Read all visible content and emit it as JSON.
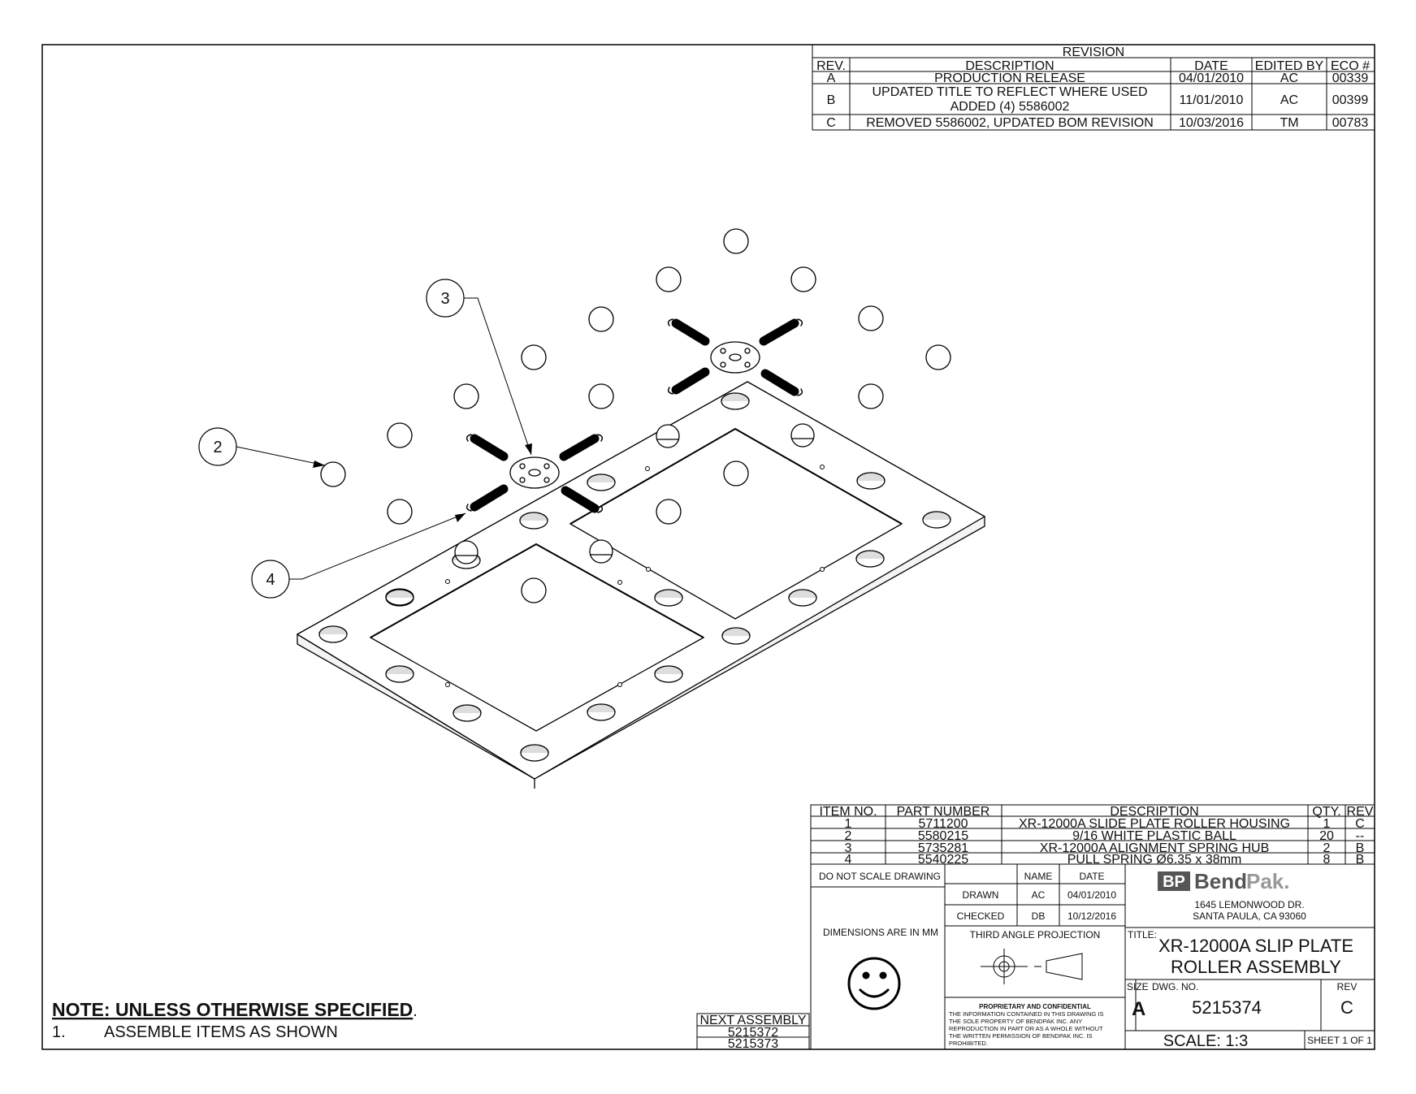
{
  "revision_table": {
    "title": "REVISION",
    "headers": {
      "rev": "REV.",
      "description": "DESCRIPTION",
      "date": "DATE",
      "edited_by": "EDITED BY",
      "eco": "ECO #"
    },
    "rows": [
      {
        "rev": "A",
        "description": "PRODUCTION RELEASE",
        "date": "04/01/2010",
        "edited_by": "AC",
        "eco": "00339"
      },
      {
        "rev": "B",
        "description_line1": "UPDATED TITLE TO REFLECT WHERE USED",
        "description_line2": "ADDED (4) 5586002",
        "date": "11/01/2010",
        "edited_by": "AC",
        "eco": "00399"
      },
      {
        "rev": "C",
        "description": "REMOVED 5586002, UPDATED BOM REVISION",
        "date": "10/03/2016",
        "edited_by": "TM",
        "eco": "00783"
      }
    ]
  },
  "balloons": {
    "b2": "2",
    "b3": "3",
    "b4": "4"
  },
  "bom": {
    "headers": {
      "item": "ITEM NO.",
      "part": "PART NUMBER",
      "description": "DESCRIPTION",
      "qty": "QTY.",
      "rev": "REV"
    },
    "rows": [
      {
        "item": "1",
        "part": "5711200",
        "description": "XR-12000A SLIDE PLATE ROLLER HOUSING",
        "qty": "1",
        "rev": "C"
      },
      {
        "item": "2",
        "part": "5580215",
        "description": "9/16 WHITE PLASTIC BALL",
        "qty": "20",
        "rev": "--"
      },
      {
        "item": "3",
        "part": "5735281",
        "description": "XR-12000A ALIGNMENT SPRING HUB",
        "qty": "2",
        "rev": "B"
      },
      {
        "item": "4",
        "part": "5540225",
        "description": "PULL SPRING Ø6.35 x 38mm",
        "qty": "8",
        "rev": "B"
      }
    ]
  },
  "title_block": {
    "do_not_scale": "DO NOT SCALE DRAWING",
    "dimensions_note": "DIMENSIONS ARE IN MM",
    "name_header": "NAME",
    "date_header": "DATE",
    "drawn_label": "DRAWN",
    "drawn_name": "AC",
    "drawn_date": "04/01/2010",
    "checked_label": "CHECKED",
    "checked_name": "DB",
    "checked_date": "10/12/2016",
    "projection": "THIRD ANGLE PROJECTION",
    "proprietary_title": "PROPRIETARY AND CONFIDENTIAL",
    "proprietary_lines": [
      "THE INFORMATION CONTAINED IN THIS DRAWING IS",
      "THE SOLE PROPERTY OF BENDPAK INC. ANY",
      "REPRODUCTION IN PART OR AS A WHOLE WITHOUT",
      "THE WRITTEN PERMISSION OF BENDPAK INC. IS",
      "PROHIBITED."
    ],
    "logo_mark": "BP",
    "logo_word1": "Bend",
    "logo_word2": "Pak.",
    "address_line1": "1645 LEMONWOOD DR.",
    "address_line2": "SANTA PAULA, CA 93060",
    "title_label": "TITLE:",
    "title_line1": "XR-12000A SLIP PLATE",
    "title_line2": "ROLLER ASSEMBLY",
    "size_label": "SIZE",
    "size": "A",
    "dwg_label": "DWG.  NO.",
    "dwg_no": "5215374",
    "rev_label": "REV",
    "rev": "C",
    "scale": "SCALE: 1:3",
    "sheet": "SHEET 1 OF 1"
  },
  "next_assembly": {
    "label": "NEXT ASSEMBLY",
    "items": [
      "5215372",
      "5215373"
    ]
  },
  "notes": {
    "heading": "NOTE: UNLESS OTHERWISE SPECIFIED",
    "heading_suffix": ".",
    "items": [
      {
        "num": "1.",
        "text": "ASSEMBLE ITEMS AS SHOWN"
      }
    ]
  }
}
